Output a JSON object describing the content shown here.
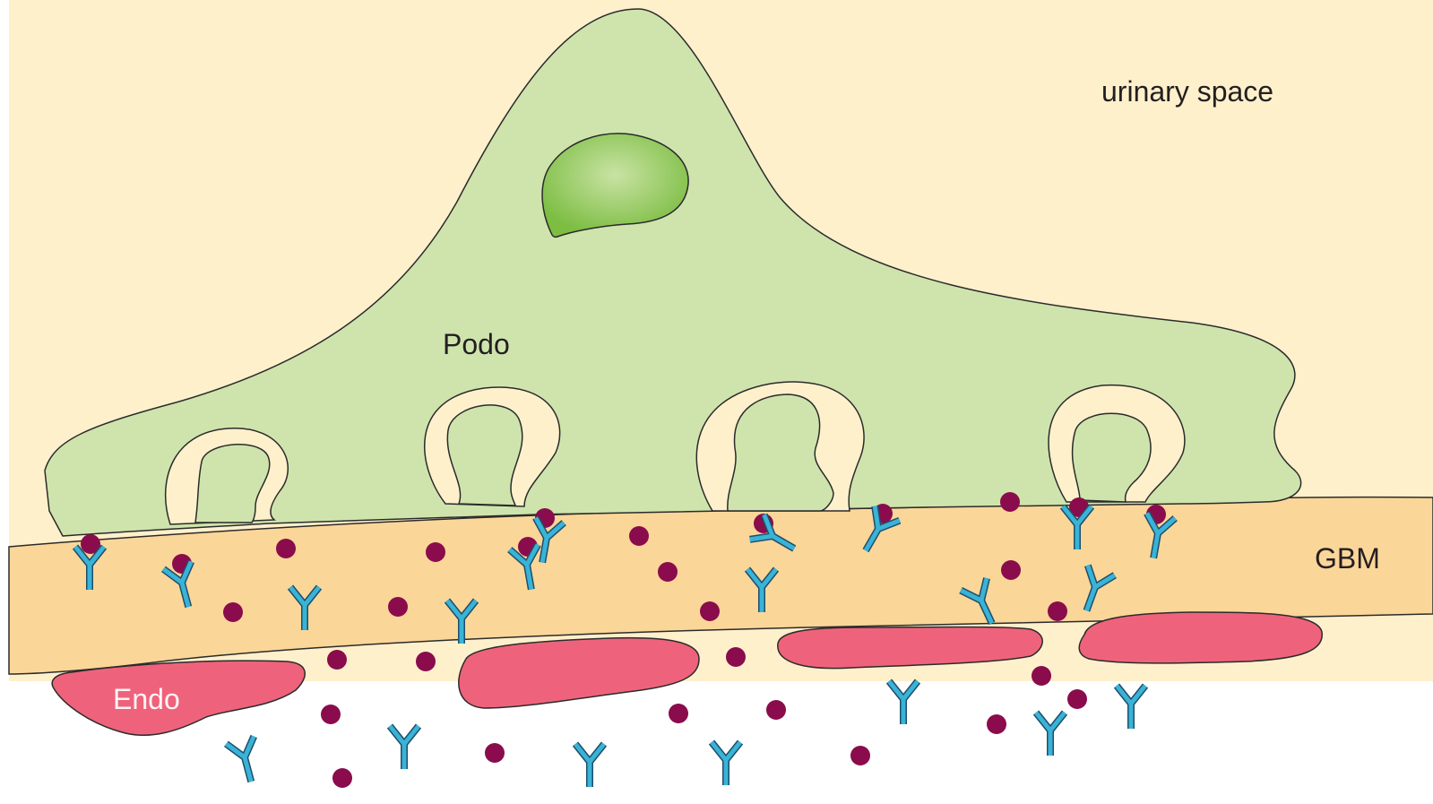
{
  "diagram": {
    "labels": {
      "urinary_space": "urinary space",
      "podocyte": "Podo",
      "gbm": "GBM",
      "endothelial": "Endo"
    },
    "colors": {
      "urinary_space": "#fff0cc",
      "podocyte_body": "#cfe4ad",
      "podocyte_nucleus": "#7cbd42",
      "gbm": "#fbd699",
      "endothelial": "#ee637b",
      "lumen": "#ffffff",
      "outline": "#2b2b2b",
      "particle": "#8a0c4c",
      "antibody": "#39b3d6"
    },
    "icons": {
      "particle": "circle-dot",
      "antibody": "y-shaped-antibody"
    }
  }
}
